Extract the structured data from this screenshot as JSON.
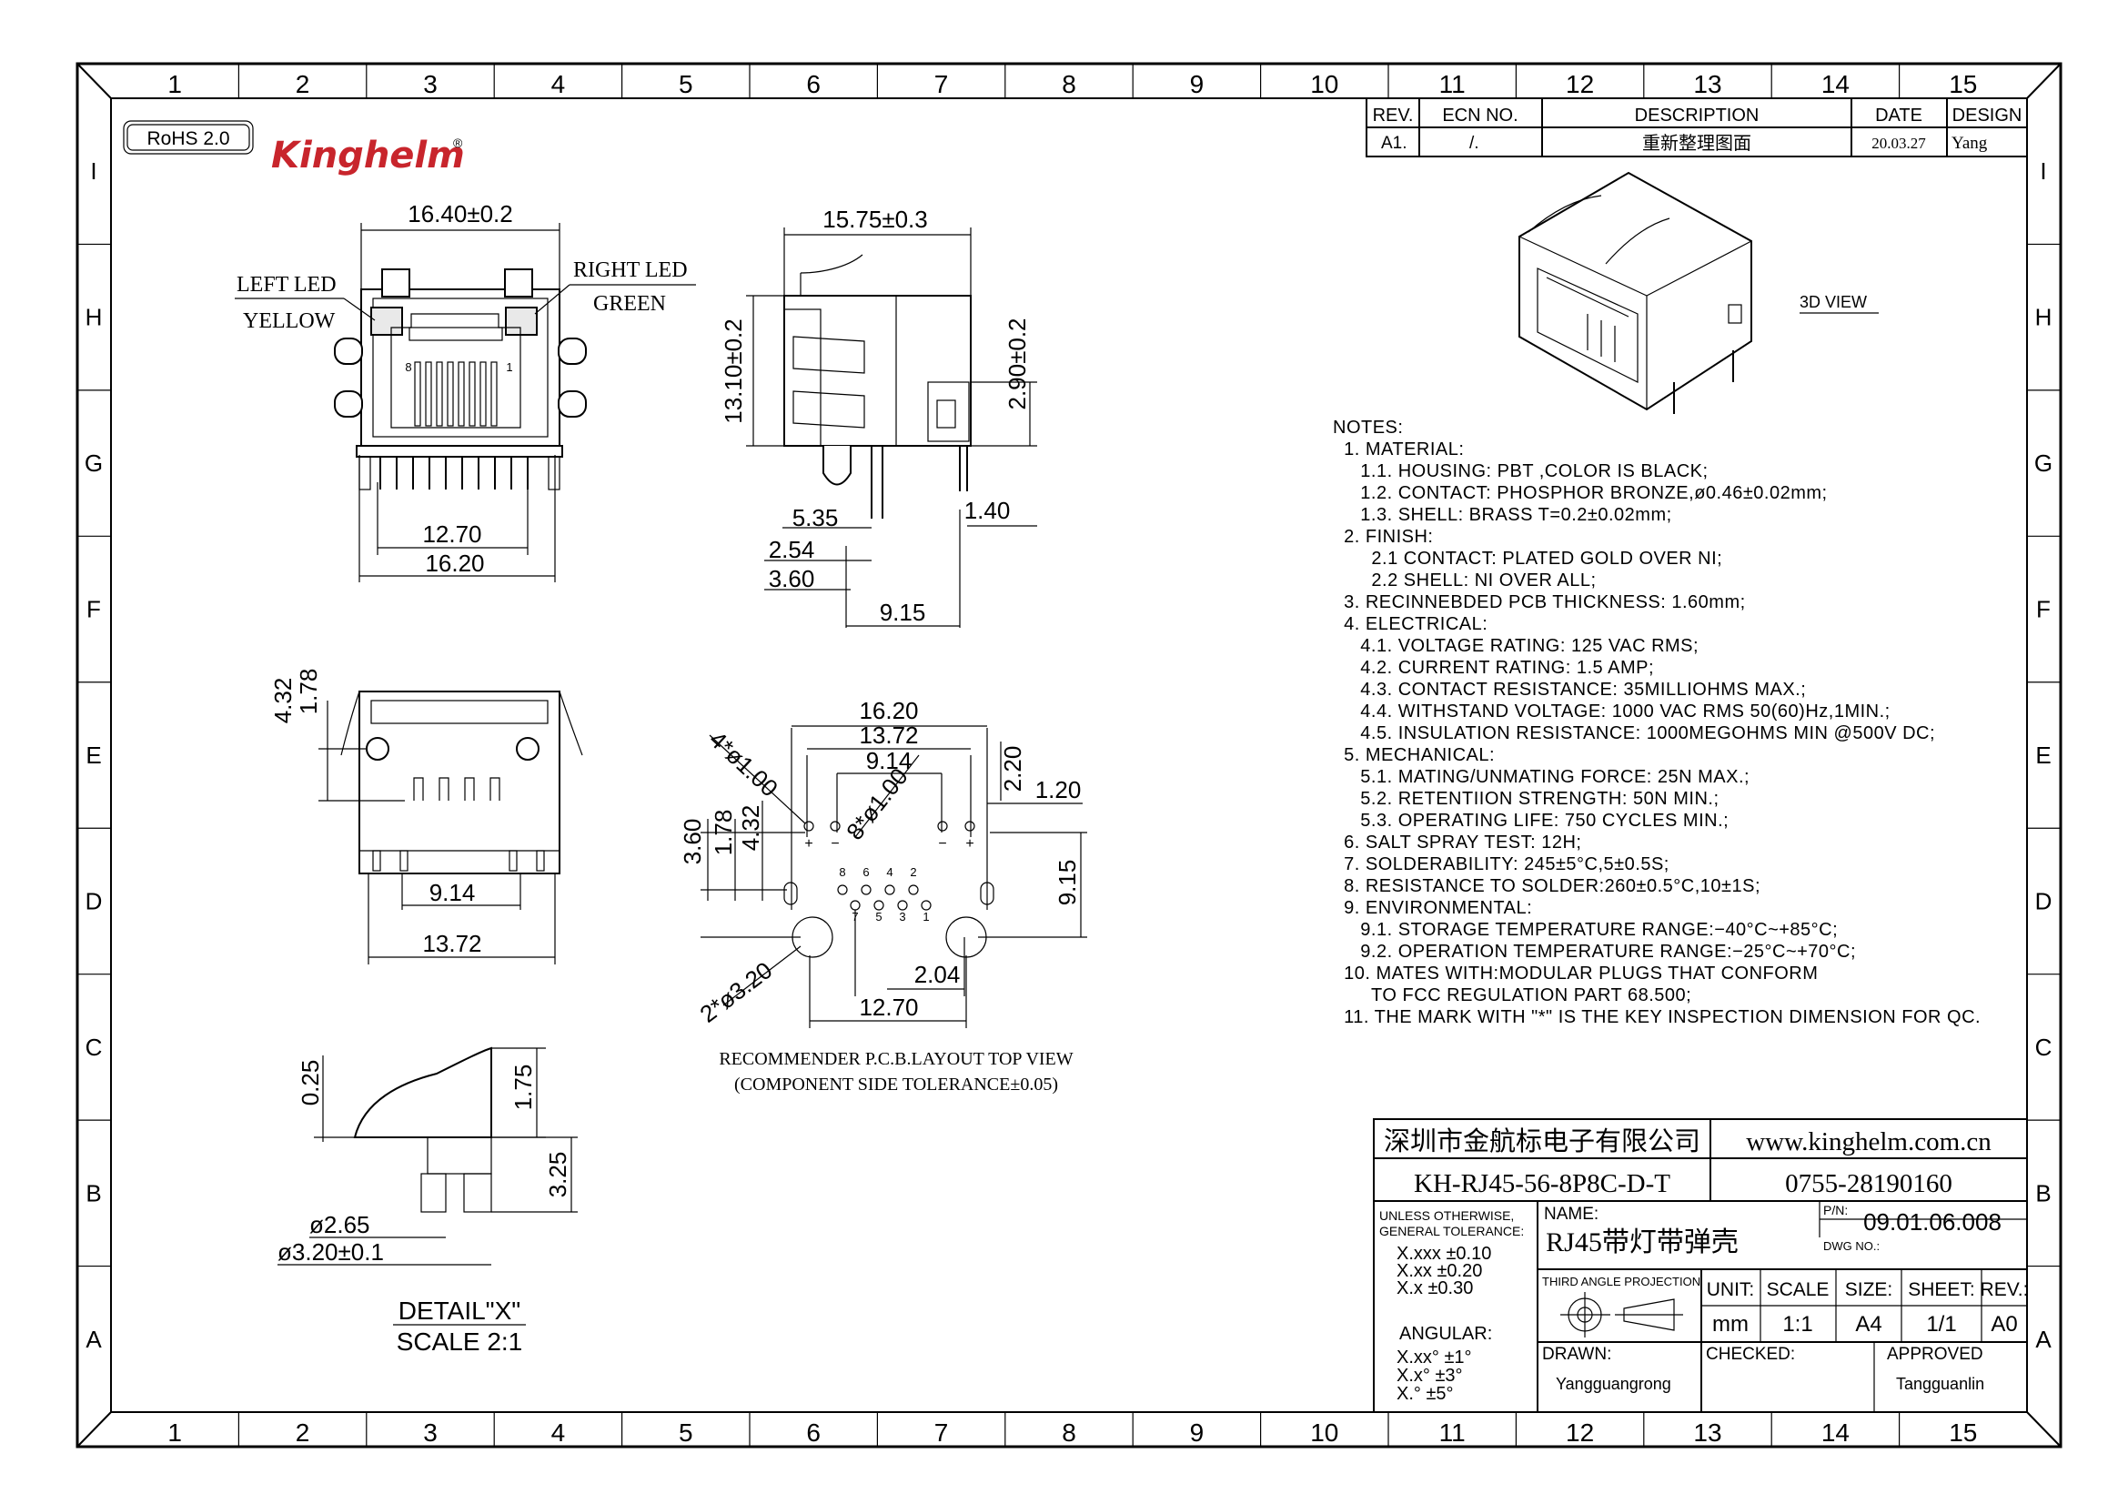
{
  "border": {
    "columns": [
      "1",
      "2",
      "3",
      "4",
      "5",
      "6",
      "7",
      "8",
      "9",
      "10",
      "11",
      "12",
      "13",
      "14",
      "15"
    ],
    "rows": [
      "I",
      "H",
      "G",
      "F",
      "E",
      "D",
      "C",
      "B",
      "A"
    ]
  },
  "header": {
    "rohs": "RoHS 2.0",
    "brand": "Kinghelm",
    "registered": "®"
  },
  "revision_table": {
    "headers": [
      "REV.",
      "ECN  NO.",
      "DESCRIPTION",
      "DATE",
      "DESIGN"
    ],
    "row": [
      "A1.",
      "/.",
      "重新整理图面",
      "20.03.27",
      "Yang"
    ]
  },
  "front_view": {
    "width_dim": "16.40±0.2",
    "left_led_label": "LEFT LED",
    "left_led_color": "YELLOW",
    "right_led_label": "RIGHT LED",
    "right_led_color": "GREEN",
    "pin8": "8",
    "pin1": "1",
    "dim_pins": "12.70",
    "dim_base": "16.20"
  },
  "side_view": {
    "length_dim": "15.75±0.3",
    "height_dim": "13.10±0.2",
    "tab_dim": "2.90±0.2",
    "d535": "5.35",
    "d254": "2.54",
    "d360": "3.60",
    "d140": "1.40",
    "d915": "9.15"
  },
  "bottom_view": {
    "d432": "4.32",
    "d178": "1.78",
    "d914": "9.14",
    "d1372": "13.72"
  },
  "pcb_layout": {
    "d1620": "16.20",
    "d1372": "13.72",
    "d914": "9.14",
    "d220": "2.20",
    "d120": "1.20",
    "holes4": "4*ø1.00",
    "holes8": "8*ø1.00",
    "d360": "3.60",
    "d178": "1.78",
    "d432": "4.32",
    "d915": "9.15",
    "holes2": "2*ø3.20",
    "d204": "2.04",
    "d1270": "12.70",
    "plus_l": "+",
    "minus_l": "−",
    "minus_r": "−",
    "plus_r": "+",
    "pin8": "8",
    "pin6": "6",
    "pin4": "4",
    "pin2": "2",
    "pin7": "7",
    "pin5": "5",
    "pin3": "3",
    "pin1": "1",
    "caption_1": "RECOMMENDER P.C.B.LAYOUT TOP VIEW",
    "caption_2": "(COMPONENT SIDE TOLERANCE±0.05)"
  },
  "detail_x": {
    "d025": "0.25",
    "d175": "1.75",
    "d325": "3.25",
    "d265": "ø2.65",
    "d320": "ø3.20±0.1",
    "title": "DETAIL\"X\"",
    "scale": "SCALE  2:1"
  },
  "view3d_label": "3D  VIEW",
  "notes": [
    "NOTES:",
    "  1. MATERIAL:",
    "     1.1. HOUSING: PBT ,COLOR IS BLACK;",
    "     1.2. CONTACT: PHOSPHOR BRONZE,ø0.46±0.02mm;",
    "     1.3. SHELL: BRASS T=0.2±0.02mm;",
    "  2. FINISH:",
    "       2.1 CONTACT: PLATED GOLD OVER NI;",
    "       2.2 SHELL: NI OVER ALL;",
    "  3. RECINNEBDED PCB THICKNESS: 1.60mm;",
    "  4. ELECTRICAL:",
    "     4.1. VOLTAGE RATING: 125 VAC RMS;",
    "     4.2. CURRENT RATING: 1.5 AMP;",
    "     4.3. CONTACT RESISTANCE: 35MILLIOHMS MAX.;",
    "     4.4. WITHSTAND VOLTAGE: 1000 VAC RMS 50(60)Hz,1MIN.;",
    "     4.5. INSULATION RESISTANCE: 1000MEGOHMS MIN @500V DC;",
    "  5. MECHANICAL:",
    "     5.1. MATING/UNMATING FORCE: 25N MAX.;",
    "     5.2. RETENTIION STRENGTH: 50N MIN.;",
    "     5.3. OPERATING LIFE: 750 CYCLES MIN.;",
    "  6. SALT SPRAY TEST: 12H;",
    "  7. SOLDERABILITY: 245±5°C,5±0.5S;",
    "  8. RESISTANCE TO SOLDER:260±0.5°C,10±1S;",
    "  9. ENVIRONMENTAL:",
    "     9.1. STORAGE TEMPERATURE RANGE:−40°C~+85°C;",
    "     9.2. OPERATION TEMPERATURE RANGE:−25°C~+70°C;",
    "  10. MATES WITH:MODULAR PLUGS THAT CONFORM",
    "       TO FCC REGULATION PART 68.500;",
    "  11. THE MARK WITH \"*\" IS THE KEY INSPECTION DIMENSION FOR QC."
  ],
  "title_block": {
    "company": "深圳市金航标电子有限公司",
    "website": "www.kinghelm.com.cn",
    "part_number": "KH-RJ45-56-8P8C-D-T",
    "phone": "0755-28190160",
    "tolerance_header_1": "UNLESS   OTHERWISE,",
    "tolerance_header_2": "GENERAL TOLERANCE:",
    "tol_xxx": "X.xxx  ±0.10",
    "tol_xx": "X.xx    ±0.20",
    "tol_x": "X.x       ±0.30",
    "angular": "ANGULAR:",
    "ang_xx": "X.xx°    ±1°",
    "ang_x": "X.x°      ±3°",
    "ang_0": "X.°        ±5°",
    "name_label": "NAME:",
    "name_value": "RJ45带灯带弹壳",
    "pn_label": "P/N:",
    "pn_value": "09.01.06.008",
    "dwg_label": "DWG NO.:",
    "projection": "THIRD ANGLE PROJECTION",
    "unit_label": "UNIT:",
    "scale_label": "SCALE",
    "size_label": "SIZE:",
    "sheet_label": "SHEET:",
    "rev_label": "REV.:",
    "unit_value": "mm",
    "scale_value": "1:1",
    "size_value": "A4",
    "sheet_value": "1/1",
    "rev_value": "A0",
    "drawn_label": "DRAWN:",
    "drawn_value": "Yangguangrong",
    "checked_label": "CHECKED:",
    "approved_label": "APPROVED",
    "approved_value": "Tangguanlin"
  }
}
